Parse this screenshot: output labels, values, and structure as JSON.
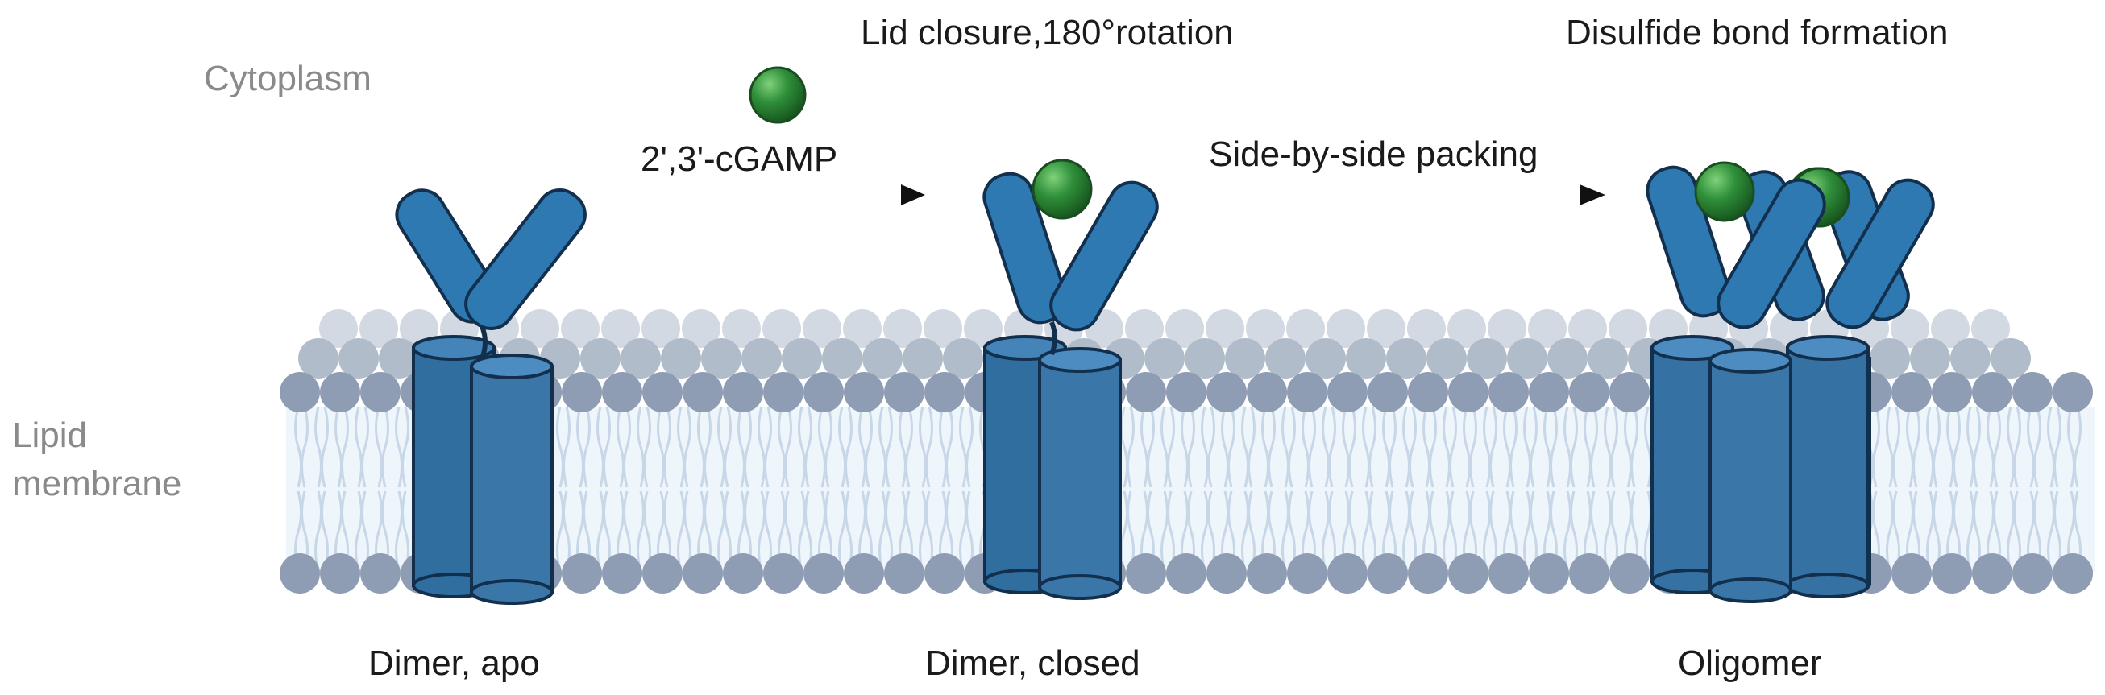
{
  "labels": {
    "cytoplasm": "Cytoplasm",
    "lipid_membrane_line1": "Lipid",
    "lipid_membrane_line2": "membrane",
    "ligand": "2',3'-cGAMP",
    "step1_title": "Lid closure,180°rotation",
    "step2_title": "Disulfide bond formation",
    "step2_arrow": "Side-by-side packing",
    "state1": "Dimer, apo",
    "state2": "Dimer, closed",
    "state3": "Oligomer"
  },
  "colors": {
    "protein": "#2f79b2",
    "protein_dark": "#1f4f78",
    "tm_helix": "#3a6f9c",
    "ligand": "#2f8f3a",
    "lipid_head": "#8e9db3",
    "lipid_head_back": "#c9d0dc",
    "membrane_core": "#eef5fb",
    "label_gray": "#8a8a8a",
    "text_dark": "#1a1a1a"
  }
}
